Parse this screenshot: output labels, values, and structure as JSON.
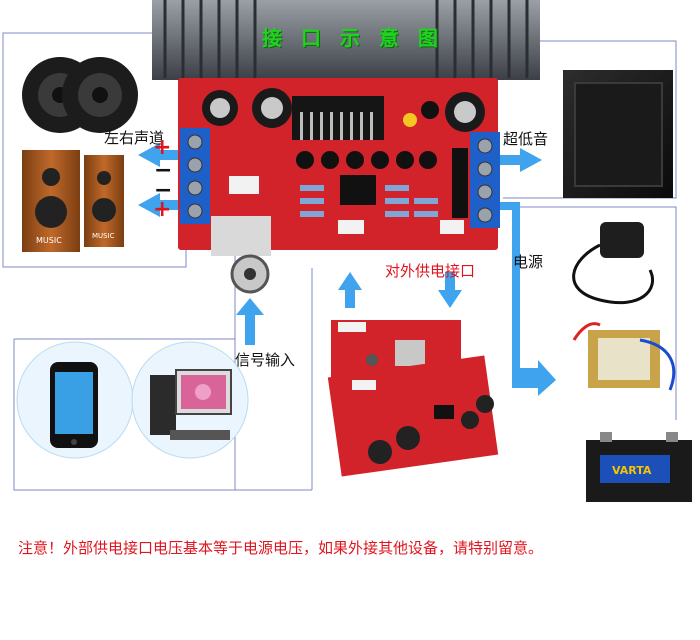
{
  "diagram": {
    "title": "接 口 示 意 图",
    "labels": {
      "left_right": "左右声道",
      "subwoofer": "超低音",
      "power": "电源",
      "ext_power": "对外供电接口",
      "signal_in": "信号输入"
    },
    "polarity": {
      "plus": "+",
      "minus": "−"
    },
    "note": "注意！外部供电接口电压基本等于电源电压，如果外接其他设备，请特别留意。",
    "colors": {
      "title_green": "#1fd31f",
      "note_red": "#e0141e",
      "arrow_blue": "#3fa3ee",
      "board_red": "#d2232a",
      "terminal_blue": "#1f5fc8",
      "frame_line": "#8088c8"
    }
  }
}
